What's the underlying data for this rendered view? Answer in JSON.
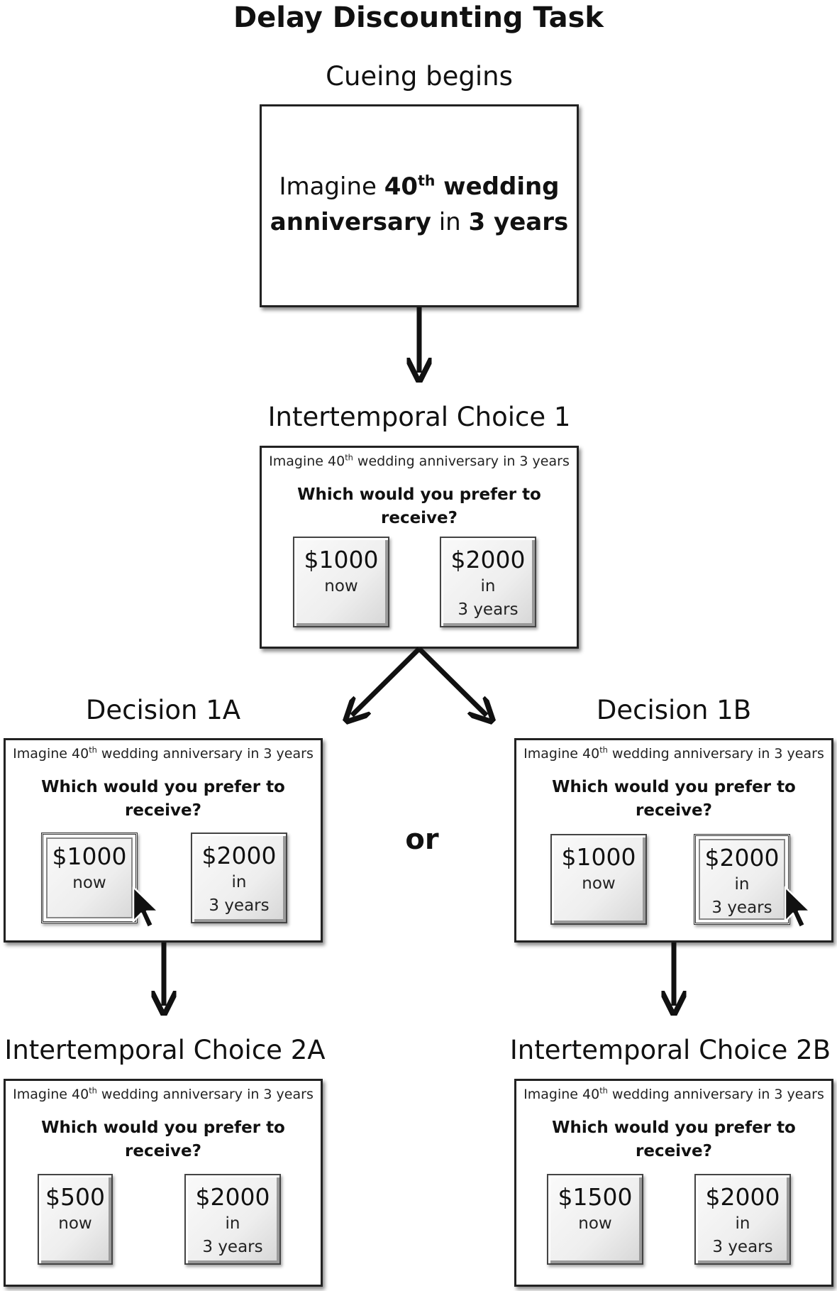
{
  "title": "Delay Discounting Task",
  "cue_stage": {
    "label": "Cueing begins",
    "text_pre": "Imagine ",
    "text_num": "40",
    "text_sup": "th",
    "text_bold1": " wedding",
    "text_bold2": "anniversary",
    "text_mid": " in ",
    "text_bold3": "3 years"
  },
  "cue_small": {
    "pre": "Imagine 40",
    "sup": "th",
    "post": " wedding anniversary in 3 years"
  },
  "question": {
    "line1": "Which would you prefer to",
    "line2": "receive?"
  },
  "choice1": {
    "label": "Intertemporal Choice 1",
    "left": {
      "amount": "$1000",
      "when": "now"
    },
    "right": {
      "amount": "$2000",
      "when1": "in",
      "when2": "3 years"
    }
  },
  "decision1a": {
    "label": "Decision 1A",
    "left": {
      "amount": "$1000",
      "when": "now"
    },
    "right": {
      "amount": "$2000",
      "when1": "in",
      "when2": "3 years"
    }
  },
  "or_label": "or",
  "decision1b": {
    "label": "Decision 1B",
    "left": {
      "amount": "$1000",
      "when": "now"
    },
    "right": {
      "amount": "$2000",
      "when1": "in",
      "when2": "3 years"
    }
  },
  "choice2a": {
    "label": "Intertemporal Choice 2A",
    "left": {
      "amount": "$500",
      "when": "now"
    },
    "right": {
      "amount": "$2000",
      "when1": "in",
      "when2": "3 years"
    }
  },
  "choice2b": {
    "label": "Intertemporal Choice 2B",
    "left": {
      "amount": "$1500",
      "when": "now"
    },
    "right": {
      "amount": "$2000",
      "when1": "in",
      "when2": "3 years"
    }
  }
}
